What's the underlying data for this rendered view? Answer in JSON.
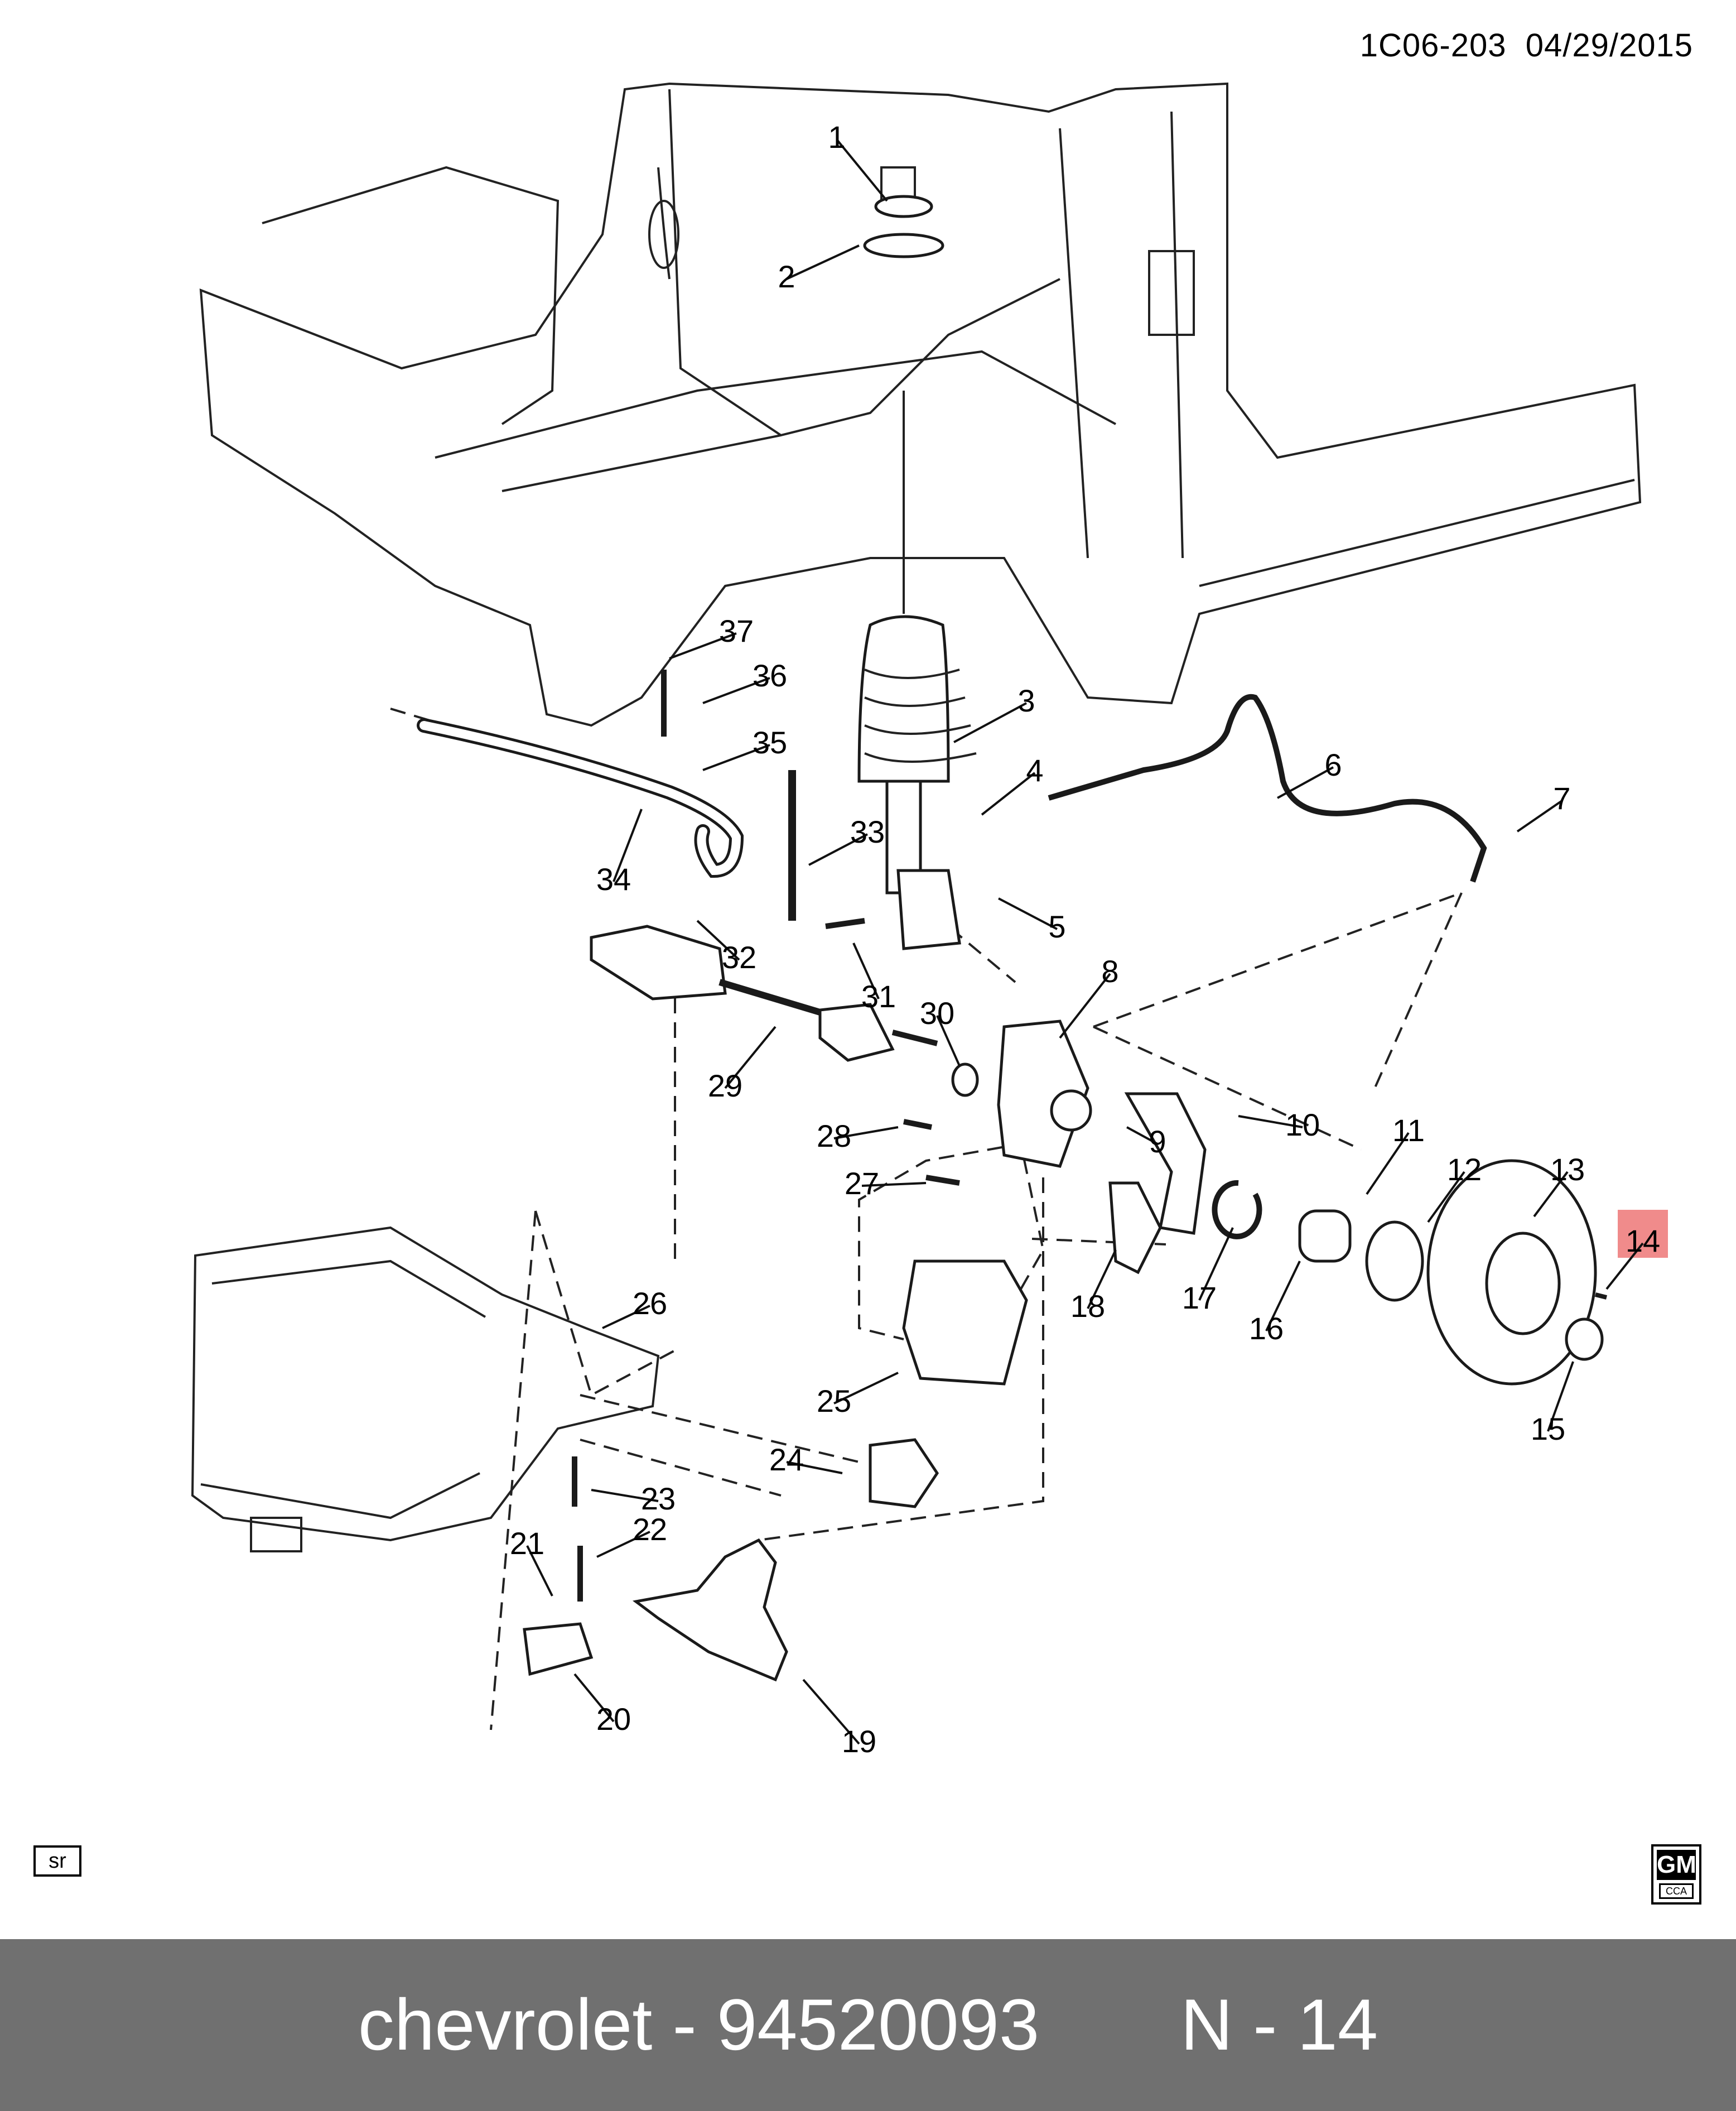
{
  "document": {
    "ref_code": "1C06-203",
    "date": "04/29/2015",
    "corner_label": "sr"
  },
  "logo": {
    "brand": "GM",
    "sub": "CCA"
  },
  "highlight": {
    "callout": "14",
    "color": "#f08b8b"
  },
  "callouts": [
    "1",
    "2",
    "3",
    "4",
    "5",
    "6",
    "7",
    "8",
    "9",
    "10",
    "11",
    "12",
    "13",
    "14",
    "15",
    "16",
    "17",
    "18",
    "19",
    "20",
    "21",
    "22",
    "23",
    "24",
    "25",
    "26",
    "27",
    "28",
    "29",
    "30",
    "31",
    "32",
    "33",
    "34",
    "35",
    "36",
    "37"
  ],
  "footer": {
    "brand": "chevrolet",
    "part_number": "94520093",
    "position_label": "N - 14",
    "background": "#707070"
  }
}
